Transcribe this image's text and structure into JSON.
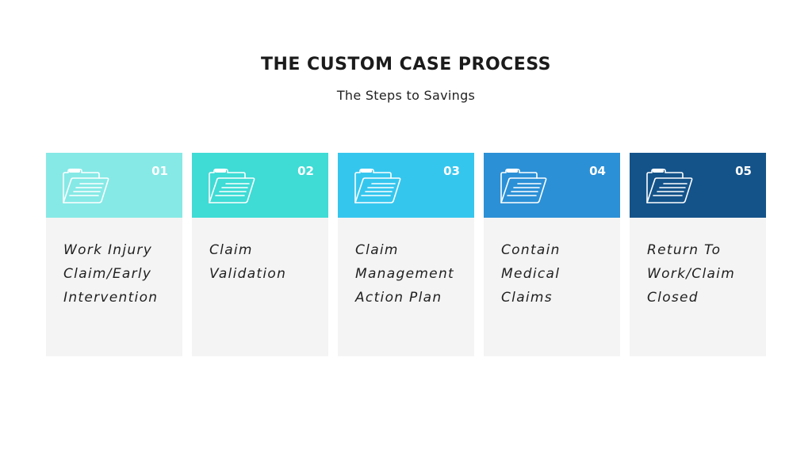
{
  "header": {
    "title": "THE CUSTOM CASE PROCESS",
    "subtitle": "The Steps to Savings"
  },
  "steps": [
    {
      "number": "01",
      "label": "Work Injury\nClaim/Early\nIntervention",
      "icon": "folder-icon",
      "color": "#86e9e6"
    },
    {
      "number": "02",
      "label": "Claim\nValidation",
      "icon": "folder-icon",
      "color": "#3fdbd5"
    },
    {
      "number": "03",
      "label": "Claim\nManagement\nAction Plan",
      "icon": "folder-icon",
      "color": "#35c6ee"
    },
    {
      "number": "04",
      "label": "Contain\nMedical\nClaims",
      "icon": "folder-icon",
      "color": "#2b90d6"
    },
    {
      "number": "05",
      "label": "Return To\nWork/Claim\nClosed",
      "icon": "folder-icon",
      "color": "#14538a"
    }
  ]
}
